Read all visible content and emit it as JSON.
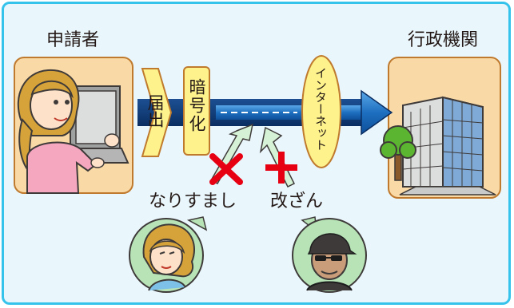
{
  "applicant_label": "申請者",
  "agency_label": "行政機関",
  "submit_label": "届出",
  "encrypt_label": "暗号化",
  "internet_label": "インターネット",
  "spoofing_label": "なりすまし",
  "tampering_label": "改ざん",
  "colors": {
    "frame_border": "#35c3ec",
    "frame_bg": "#e9f6fc",
    "panel_fill": "#f9d9a6",
    "panel_border": "#c07a2e",
    "label_fill": "#fdf28c",
    "arrow_blue": "#1e6fc0",
    "attack_arrow": "#d6f2d6",
    "cross_red": "#e60012",
    "attacker_circle": "#b7e3b7"
  }
}
